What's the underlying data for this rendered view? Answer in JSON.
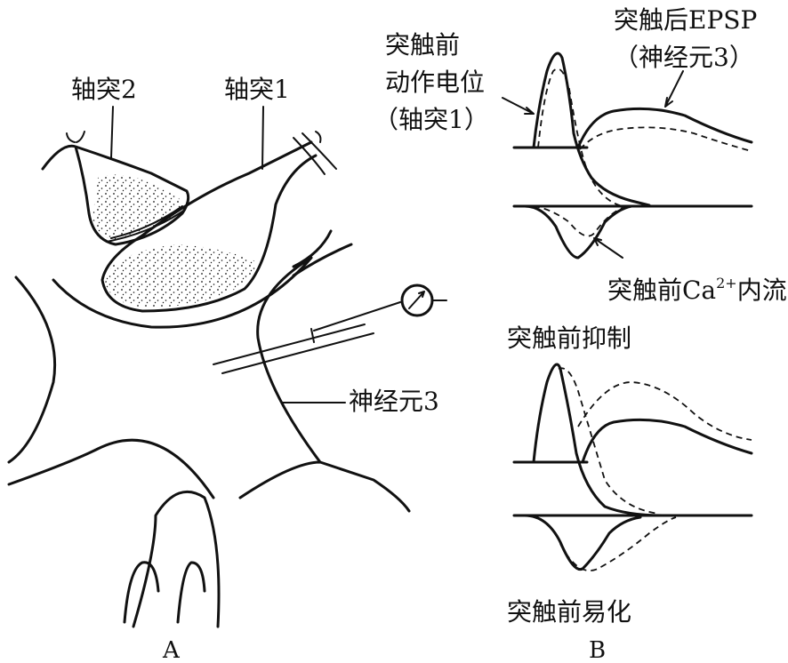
{
  "panel_a": {
    "label": "A",
    "axon2": "轴突2",
    "axon1": "轴突1",
    "neuron3": "神经元3"
  },
  "panel_b": {
    "label": "B",
    "presyn_ap_line1": "突触前",
    "presyn_ap_line2": "动作电位",
    "presyn_ap_line3": "（轴突1）",
    "epsp_line1": "突触后EPSP",
    "epsp_line2": "（神经元3）",
    "ca_influx_prefix": "突触前Ca",
    "ca_influx_sup": "2+",
    "ca_influx_suffix": "内流",
    "presyn_inhibition": "突触前抑制",
    "presyn_facilitation": "突触前易化"
  }
}
